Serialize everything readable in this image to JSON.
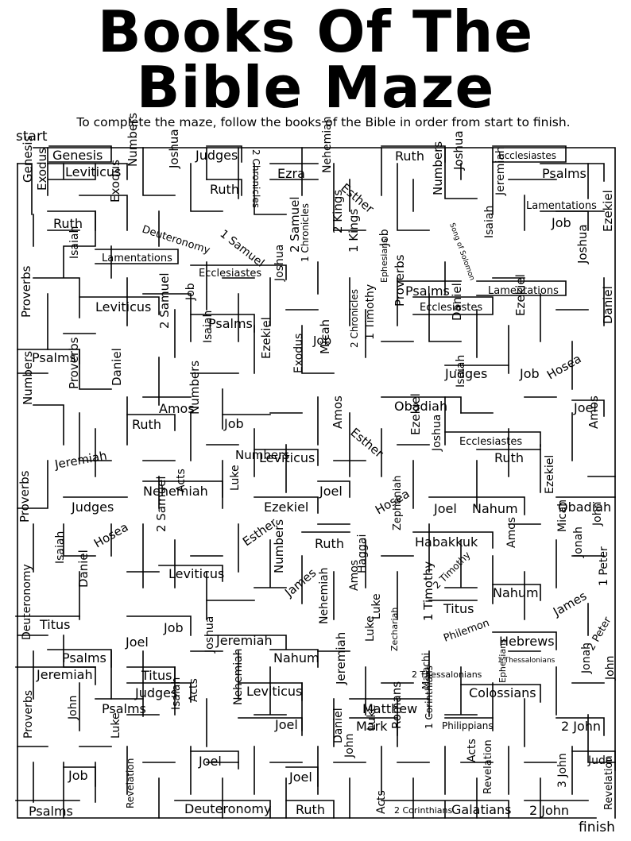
{
  "title": {
    "line1": "Books Of The",
    "line2": "Bible Maze"
  },
  "instructions": "To complete the maze, follow the books of the Bible in order from start to finish.",
  "start_label": "start",
  "finish_label": "finish",
  "words": [
    "Genesis",
    "Judges",
    "2 Chronicles",
    "Ruth",
    "Ecclesiastes",
    "Leviticus",
    "Ezra",
    "Psalms",
    "Genesis",
    "Exodus",
    "Exodus",
    "Numbers",
    "Joshua",
    "Ruth",
    "Nehemiah",
    "Esther",
    "Joshua",
    "Lamentations",
    "Ruth",
    "Deuteronomy",
    "1 Samuel",
    "Numbers",
    "Song of Solomon",
    "Jeremiah",
    "Job",
    "Ezekiel",
    "Isaiah",
    "Lamentations",
    "1 Chronicles",
    "2 Kings",
    "1 Kings",
    "Job",
    "Isaiah",
    "Ecclesiastes",
    "2 Samuel",
    "Joshua",
    "Psalms",
    "Lamentations",
    "Joshua",
    "Proverbs",
    "Leviticus",
    "Job",
    "Ephesians",
    "Ecclesiastes",
    "Psalms",
    "2 Samuel",
    "Proverbs",
    "Daniel",
    "Ezekiel",
    "Daniel",
    "Job",
    "1 Timothy",
    "Psalms",
    "Isaiah",
    "2 Chronicles",
    "Judges",
    "Job",
    "Hosea",
    "Proverbs",
    "Daniel",
    "Ezekiel",
    "Exodus",
    "Micah",
    "Obadiah",
    "Isaiah",
    "Joel",
    "Amos",
    "Ruth",
    "Job",
    "Numbers",
    "Esther",
    "Ecclesiastes",
    "Amos",
    "Numbers",
    "Numbers",
    "Leviticus",
    "Amos",
    "Ezekiel",
    "Joshua",
    "Ruth",
    "Jeremiah",
    "Nehemiah",
    "Joel",
    "Judges",
    "Luke",
    "Ezekiel",
    "Joel",
    "Nahum",
    "Ezekiel",
    "Obadiah",
    "Proverbs",
    "Acts",
    "Hosea",
    "Hosea",
    "Habakkuk",
    "Micah",
    "John",
    "Jonah",
    "Esther",
    "Ruth",
    "Zephaniah",
    "2 Timothy",
    "Amos",
    "Isaiah",
    "2 Samuel",
    "Leviticus",
    "Haggai",
    "Daniel",
    "Numbers",
    "James",
    "Nahum",
    "Luke",
    "Amos",
    "Titus",
    "1 Peter",
    "Titus",
    "1 Timothy",
    "Philemon",
    "James",
    "Deuteronomy",
    "Joel",
    "Job",
    "Jeremiah",
    "Hebrews",
    "Psalms",
    "Nehemiah",
    "Luke",
    "Zechariah",
    "1 Thessalonians",
    "2 Peter",
    "Jeremiah",
    "Titus",
    "Nahum",
    "Joshua",
    "2 Thessalonians",
    "Jonah",
    "John",
    "Judges",
    "Leviticus",
    "Colossians",
    "Matthew",
    "Psalms",
    "Acts",
    "Nehemiah",
    "Joel",
    "Mark",
    "Malachi",
    "Philippians",
    "Ephesians",
    "2 John",
    "Proverbs",
    "John",
    "Isaiah",
    "Jeremiah",
    "Joel",
    "Daniel",
    "Luke",
    "Romans",
    "1 Corinthians",
    "Acts",
    "3 John",
    "Jude",
    "Job",
    "Luke",
    "Revelation",
    "Joel",
    "John",
    "Revelation",
    "Revelation",
    "Psalms",
    "Deuteronomy",
    "Ruth",
    "Acts",
    "2 Corinthians",
    "Galatians",
    "2 John"
  ]
}
